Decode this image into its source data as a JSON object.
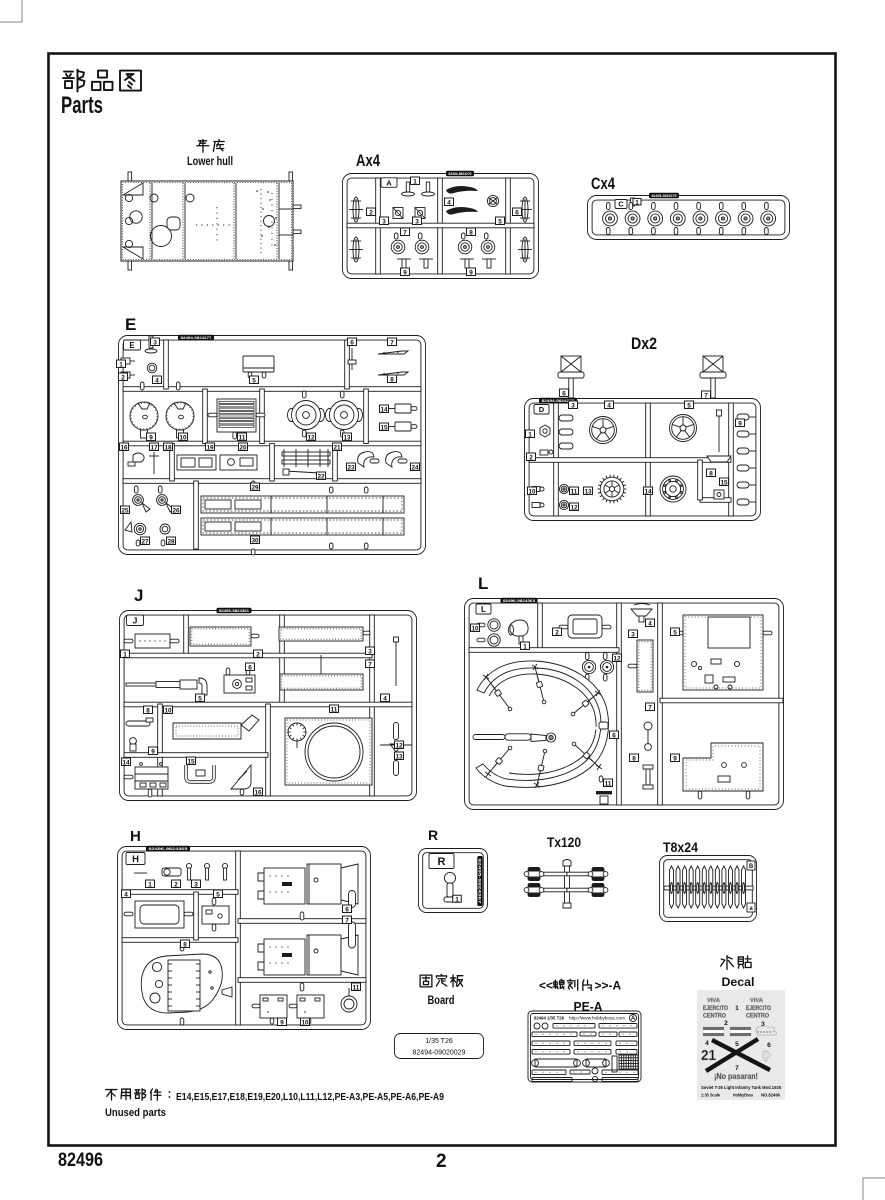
{
  "header": {
    "title_cn": "部品图",
    "title_en": "Parts"
  },
  "footer": {
    "kit_number": "82496",
    "page_number": "2"
  },
  "unused": {
    "label_cn": "不用部件：",
    "label_en": "Unused parts",
    "parts_list": "E14,E15,E17,E18,E19,E20,L10,L11,L12,PE-A3,PE-A5,PE-A6,PE-A9"
  },
  "lower_hull": {
    "label_cn": "车底",
    "label_en": "Lower hull"
  },
  "sprues": {
    "a": {
      "title": "Ax4",
      "letter": "A",
      "plate": "82494-9824270",
      "parts": [
        "1",
        "2",
        "3",
        "3",
        "4",
        "5",
        "6",
        "7",
        "8",
        "9",
        "9"
      ]
    },
    "c": {
      "title": "Cx4",
      "letter": "C",
      "plate": "82494-9824275",
      "parts": [
        "1"
      ]
    },
    "e": {
      "title": "E",
      "letter": "E",
      "plate": "82494-9824277",
      "parts": [
        "1",
        "2",
        "3",
        "4",
        "5",
        "6",
        "7",
        "8",
        "9",
        "10",
        "11",
        "12",
        "13",
        "14",
        "15",
        "16",
        "17",
        "18",
        "19",
        "20",
        "21",
        "22",
        "23",
        "24",
        "25",
        "26",
        "27",
        "28",
        "29",
        "30"
      ]
    },
    "d": {
      "title": "Dx2",
      "letter": "D",
      "plate": "82494-9824279",
      "parts": [
        "1",
        "2",
        "3",
        "4",
        "5",
        "6",
        "7",
        "8",
        "9",
        "10",
        "11",
        "12",
        "13",
        "14",
        "15"
      ]
    },
    "j": {
      "title": "J",
      "letter": "J",
      "plate": "82496-9824361",
      "parts": [
        "1",
        "2",
        "3",
        "4",
        "5",
        "6",
        "7",
        "8",
        "9",
        "10",
        "11",
        "12",
        "13",
        "14",
        "15",
        "16"
      ]
    },
    "l": {
      "title": "L",
      "letter": "L",
      "plate": "82496-9824363",
      "parts": [
        "1",
        "2",
        "3",
        "4",
        "5",
        "6",
        "7",
        "8",
        "9",
        "10",
        "11",
        "12"
      ]
    },
    "h": {
      "title": "H",
      "letter": "H",
      "plate": "82496-9824365",
      "parts": [
        "1",
        "2",
        "3",
        "4",
        "5",
        "6",
        "7",
        "8",
        "9",
        "10",
        "11"
      ]
    },
    "r": {
      "title": "R",
      "letter": "R",
      "plate": "82495-9824367",
      "parts": [
        "1"
      ]
    },
    "t": {
      "title": "Tx120"
    },
    "t8": {
      "title": "T8x24",
      "mark_top": "B",
      "mark_bottom": "a"
    }
  },
  "board": {
    "label_cn": "固定板",
    "label_en": "Board",
    "line1": "1/35  T26",
    "line2": "82494-09020029"
  },
  "pe": {
    "label_cn": "<<蚀刻片>>-A",
    "label_en": "PE-A",
    "header_left": "82494  1/35  T26",
    "header_url": "http://www.hobbyboss.com",
    "letter": "A"
  },
  "decal": {
    "label_cn": "水贴",
    "label_en": "Decal",
    "numbers": [
      "1",
      "2",
      "3",
      "4",
      "5",
      "6",
      "7"
    ],
    "slogan_top": [
      "VIVA",
      "EJERCITO",
      "CENTRO"
    ],
    "slogan_bottom": "¡No pasaran!",
    "turret_number": "21",
    "caption_line1": "Soviet T-26 Light Infantry Tank Mod.1935",
    "caption_scale": "1:35  Scale",
    "caption_brand": "HobbyBoss",
    "caption_no": "NO.82496"
  },
  "colors": {
    "ink": "#1c1c1c",
    "decal_bg": "#e9e9e9",
    "decal_gray": "#9e9e9e",
    "flag_stripe": "#6e6e6e"
  }
}
